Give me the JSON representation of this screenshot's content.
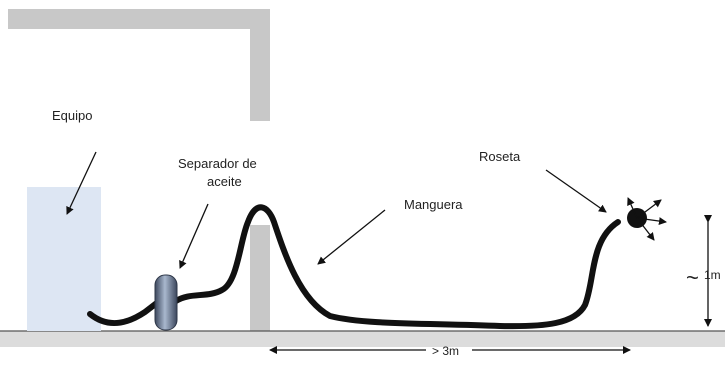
{
  "labels": {
    "equipo": "Equipo",
    "separador_line1": "Separador de",
    "separador_line2": "aceite",
    "manguera": "Manguera",
    "roseta": "Roseta",
    "height_tilde": "~",
    "height_value": "1m",
    "distance": "> 3m"
  },
  "colors": {
    "wall": "#c8c8c8",
    "floor": "#dcdcdc",
    "equipment_box": "#dde6f3",
    "hose": "#111111",
    "separator": "#4d5a72",
    "separator_highlight": "#9fb0c8"
  }
}
